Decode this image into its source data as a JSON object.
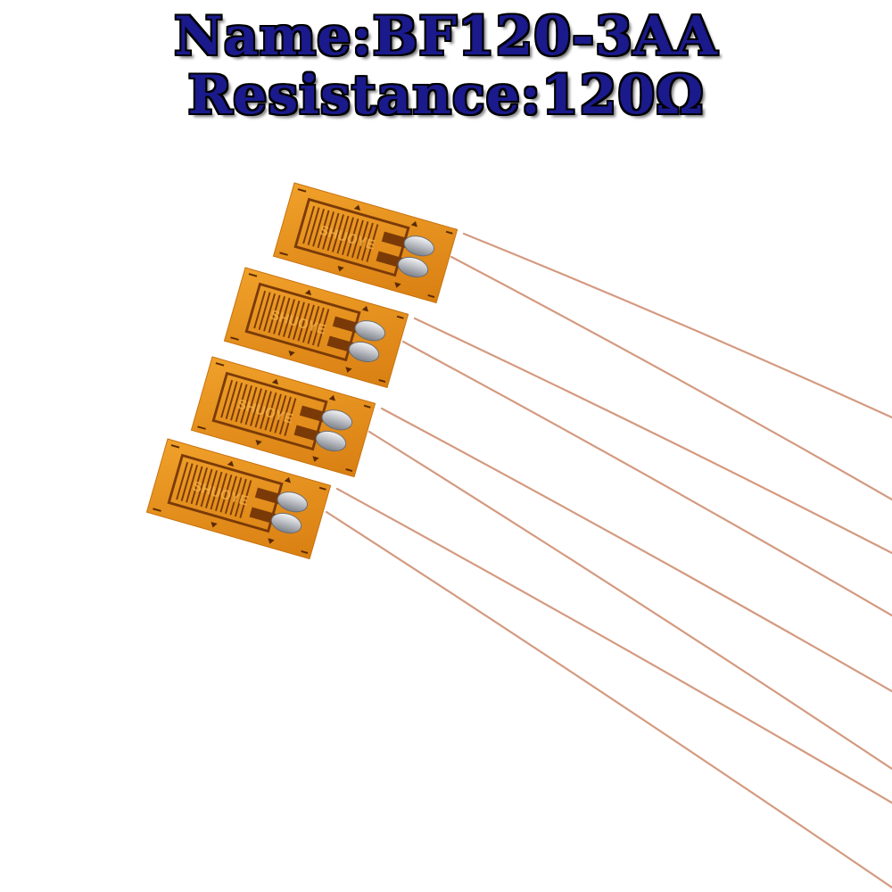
{
  "header": {
    "name_label": "Name:",
    "name_value": "BF120-3AA",
    "resistance_label": "Resistance:",
    "resistance_value": "120Ω"
  },
  "product": {
    "gauge_brand_mark": "SHUOYE",
    "gauge_count": 4
  },
  "colors": {
    "title_text": "#1a1a8c",
    "title_outline": "#000000",
    "gauge_base": "#e8931e",
    "gauge_grid": "#7a3a08",
    "solder_pad": "#c9ccd1",
    "lead_wire": "#d49a80",
    "background": "#ffffff"
  }
}
